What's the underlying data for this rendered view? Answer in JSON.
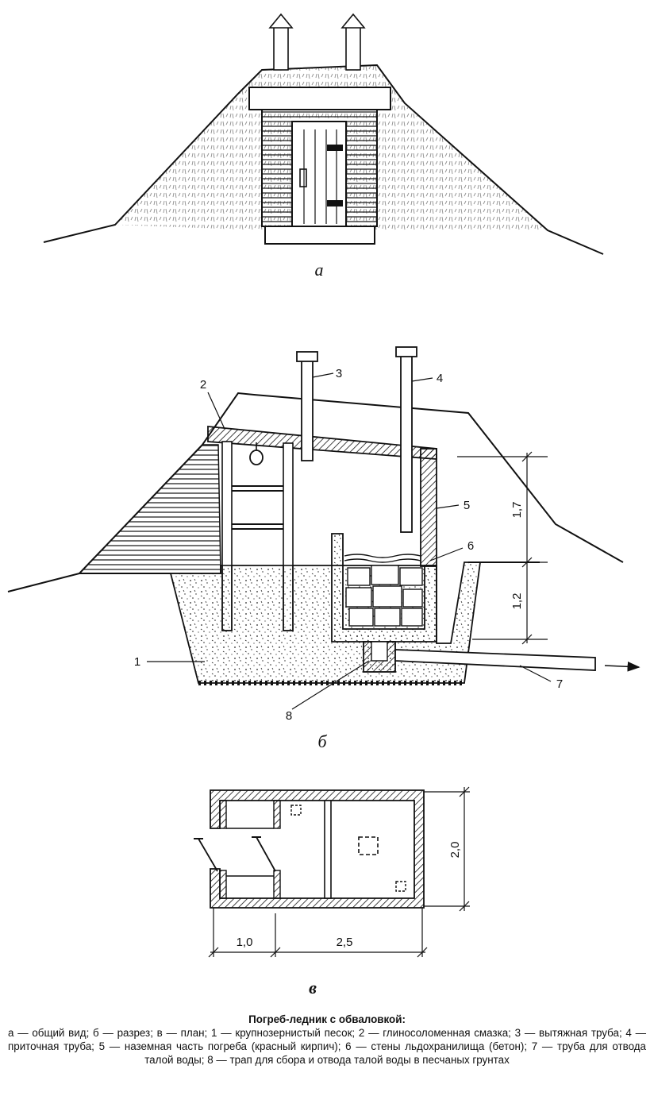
{
  "figure": {
    "subfigure_letters": {
      "a": "а",
      "b": "б",
      "c": "в"
    },
    "callouts": [
      "1",
      "2",
      "3",
      "4",
      "5",
      "6",
      "7",
      "8"
    ],
    "dimensions": {
      "above_ground_height": "1,7",
      "below_ground_depth": "1,2",
      "plan_width": "2,0",
      "plan_vestibule_length": "1,0",
      "plan_main_length": "2,5"
    }
  },
  "caption": {
    "title": "Погреб-ледник с обваловкой:",
    "legend": "а — общий вид; б — разрез; в — план; 1 — крупнозернистый песок; 2 — глиносоломенная смазка; 3 — вытяжная труба; 4 — приточная труба; 5 — наземная часть погреба (красный кирпич); 6 — стены льдохранилища (бетон); 7 — труба для отвода талой воды; 8 — трап для сбора и отвода талой воды в песчаных грунтах"
  }
}
